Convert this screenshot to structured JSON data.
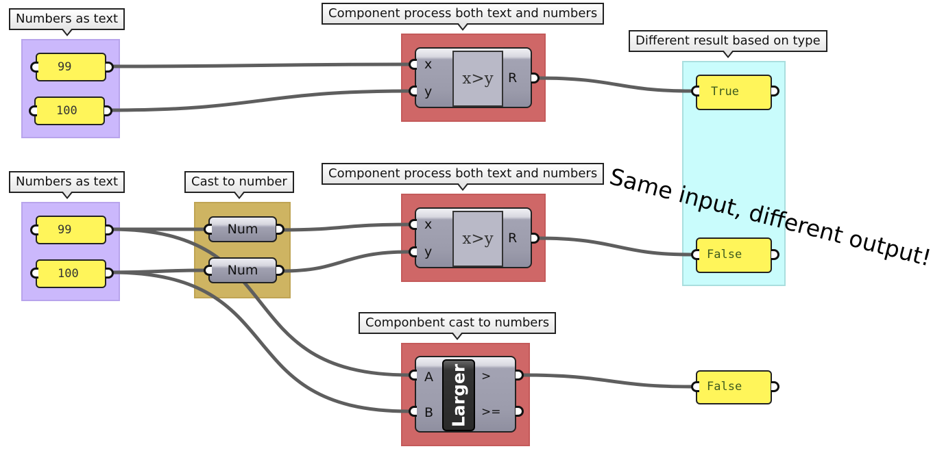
{
  "groups": {
    "top_text_inputs": {
      "label": "Numbers as text",
      "color": "#cbb8fc"
    },
    "top_compare": {
      "label": "Component process both text and numbers",
      "color": "#cf6767"
    },
    "results": {
      "label": "Different result based on type",
      "color": "#c9fcfc"
    },
    "bottom_text_inputs": {
      "label": "Numbers as text",
      "color": "#cbb8fc"
    },
    "cast": {
      "label": "Cast to number",
      "color": "#ceb462"
    },
    "mid_compare": {
      "label": "Component process both text and numbers",
      "color": "#cf6767"
    },
    "larger_group": {
      "label": "Componbent cast to numbers",
      "color": "#cf6767"
    }
  },
  "panels": {
    "top_a": "99",
    "top_b": "100",
    "bottom_a": "99",
    "bottom_b": "100",
    "result_top": "True",
    "result_mid": "False",
    "result_bottom": "False"
  },
  "components": {
    "expr_top": {
      "inputs": [
        "x",
        "y"
      ],
      "expression": "x>y",
      "output": "R"
    },
    "expr_mid": {
      "inputs": [
        "x",
        "y"
      ],
      "expression": "x>y",
      "output": "R"
    },
    "num_1": {
      "label": "Num"
    },
    "num_2": {
      "label": "Num"
    },
    "larger": {
      "inputs": [
        "A",
        "B"
      ],
      "name": "Larger",
      "outputs": [
        ">",
        ">="
      ]
    }
  },
  "annotation": "Same input, different output!",
  "colors": {
    "panel": "#fff55a",
    "wire": "#5e5e5e"
  }
}
